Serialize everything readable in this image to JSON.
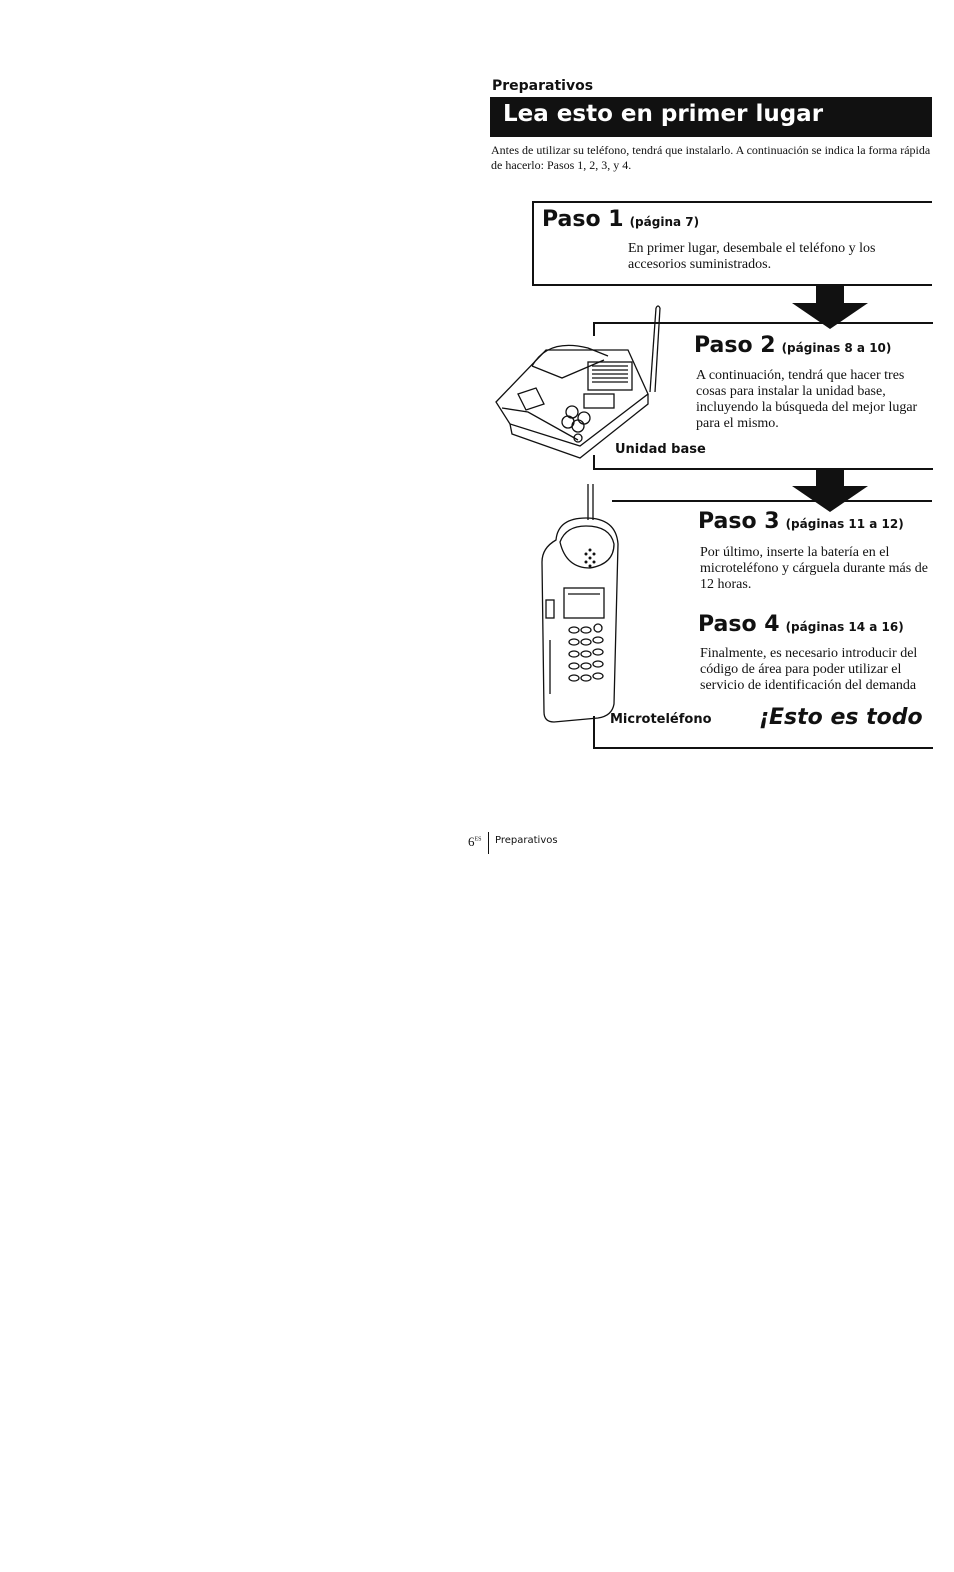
{
  "header": {
    "section": "Preparativos",
    "title": "Lea esto en primer lugar"
  },
  "intro": "Antes de utilizar su teléfono, tendrá que instalarlo. A continuación se indica la forma rápida de hacerlo: Pasos 1, 2, 3, y 4.",
  "steps": [
    {
      "title": "Paso 1",
      "pages": "(página 7)",
      "lines": [
        "En primer lugar, desembale el teléfono y los",
        "accesorios suministrados."
      ]
    },
    {
      "title": "Paso 2",
      "pages": "(páginas 8 a 10)",
      "lines": [
        "A continuación, tendrá que hacer tres",
        "cosas para instalar la unidad base,",
        "incluyendo la búsqueda del mejor lugar",
        "para el mismo."
      ]
    },
    {
      "title": "Paso 3",
      "pages": "(páginas 11 a 12)",
      "lines": [
        "Por último, inserte la batería en el",
        "microteléfono y cárguela durante más de",
        "12 horas."
      ]
    },
    {
      "title": "Paso 4",
      "pages": "(páginas 14 a 16)",
      "lines": [
        "Finalmente, es necesario introducir del",
        "código de área para poder utilizar el",
        "servicio de identificación del demanda"
      ]
    }
  ],
  "captions": {
    "base": "Unidad base",
    "handset": "Microteléfono"
  },
  "closing": "¡Esto es todo",
  "footer": {
    "page": "6",
    "sup": "ES",
    "section": "Preparativos"
  }
}
